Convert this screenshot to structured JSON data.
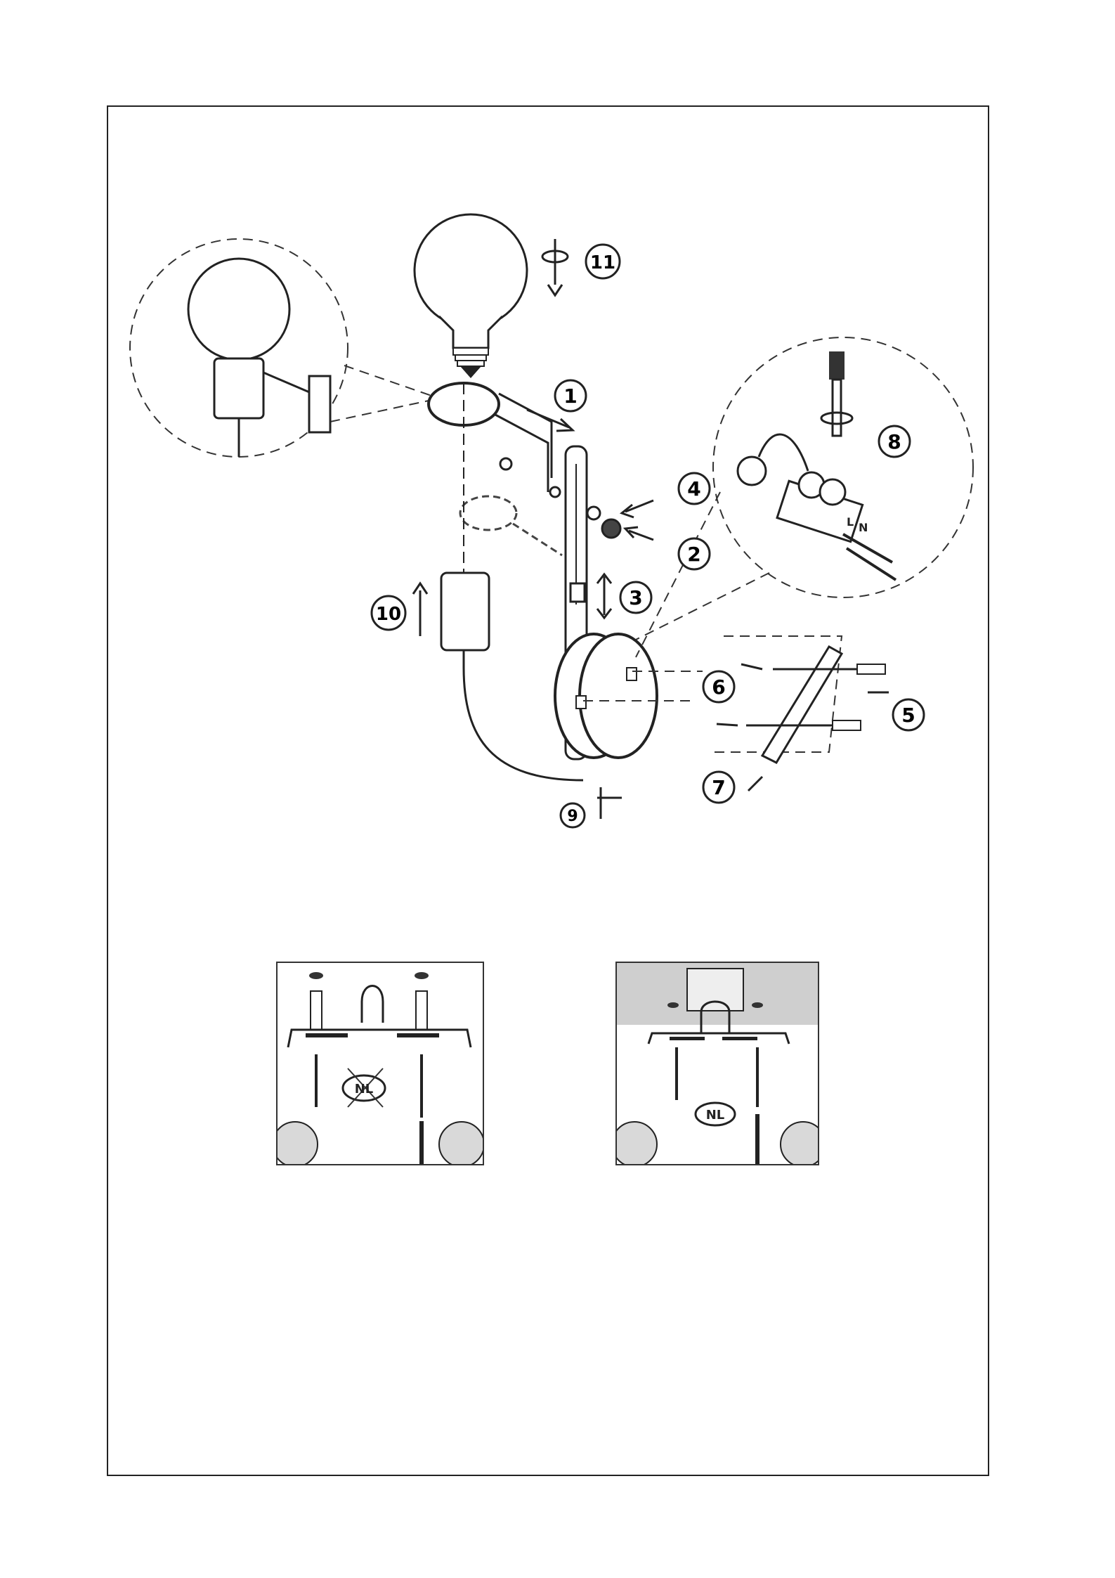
{
  "callouts": {
    "c1": "1",
    "c2": "2",
    "c3": "3",
    "c4": "4",
    "c5": "5",
    "c6": "6",
    "c7": "7",
    "c8": "8",
    "c9": "9",
    "c10": "10",
    "c11": "11"
  },
  "terminal": {
    "l": "L",
    "n": "N"
  },
  "insets": {
    "left_badge": "NL",
    "right_badge": "NL"
  },
  "colors": {
    "ink": "#222222",
    "light_gray": "#d9d9d9",
    "ceiling_gray": "#cfcfcf"
  }
}
